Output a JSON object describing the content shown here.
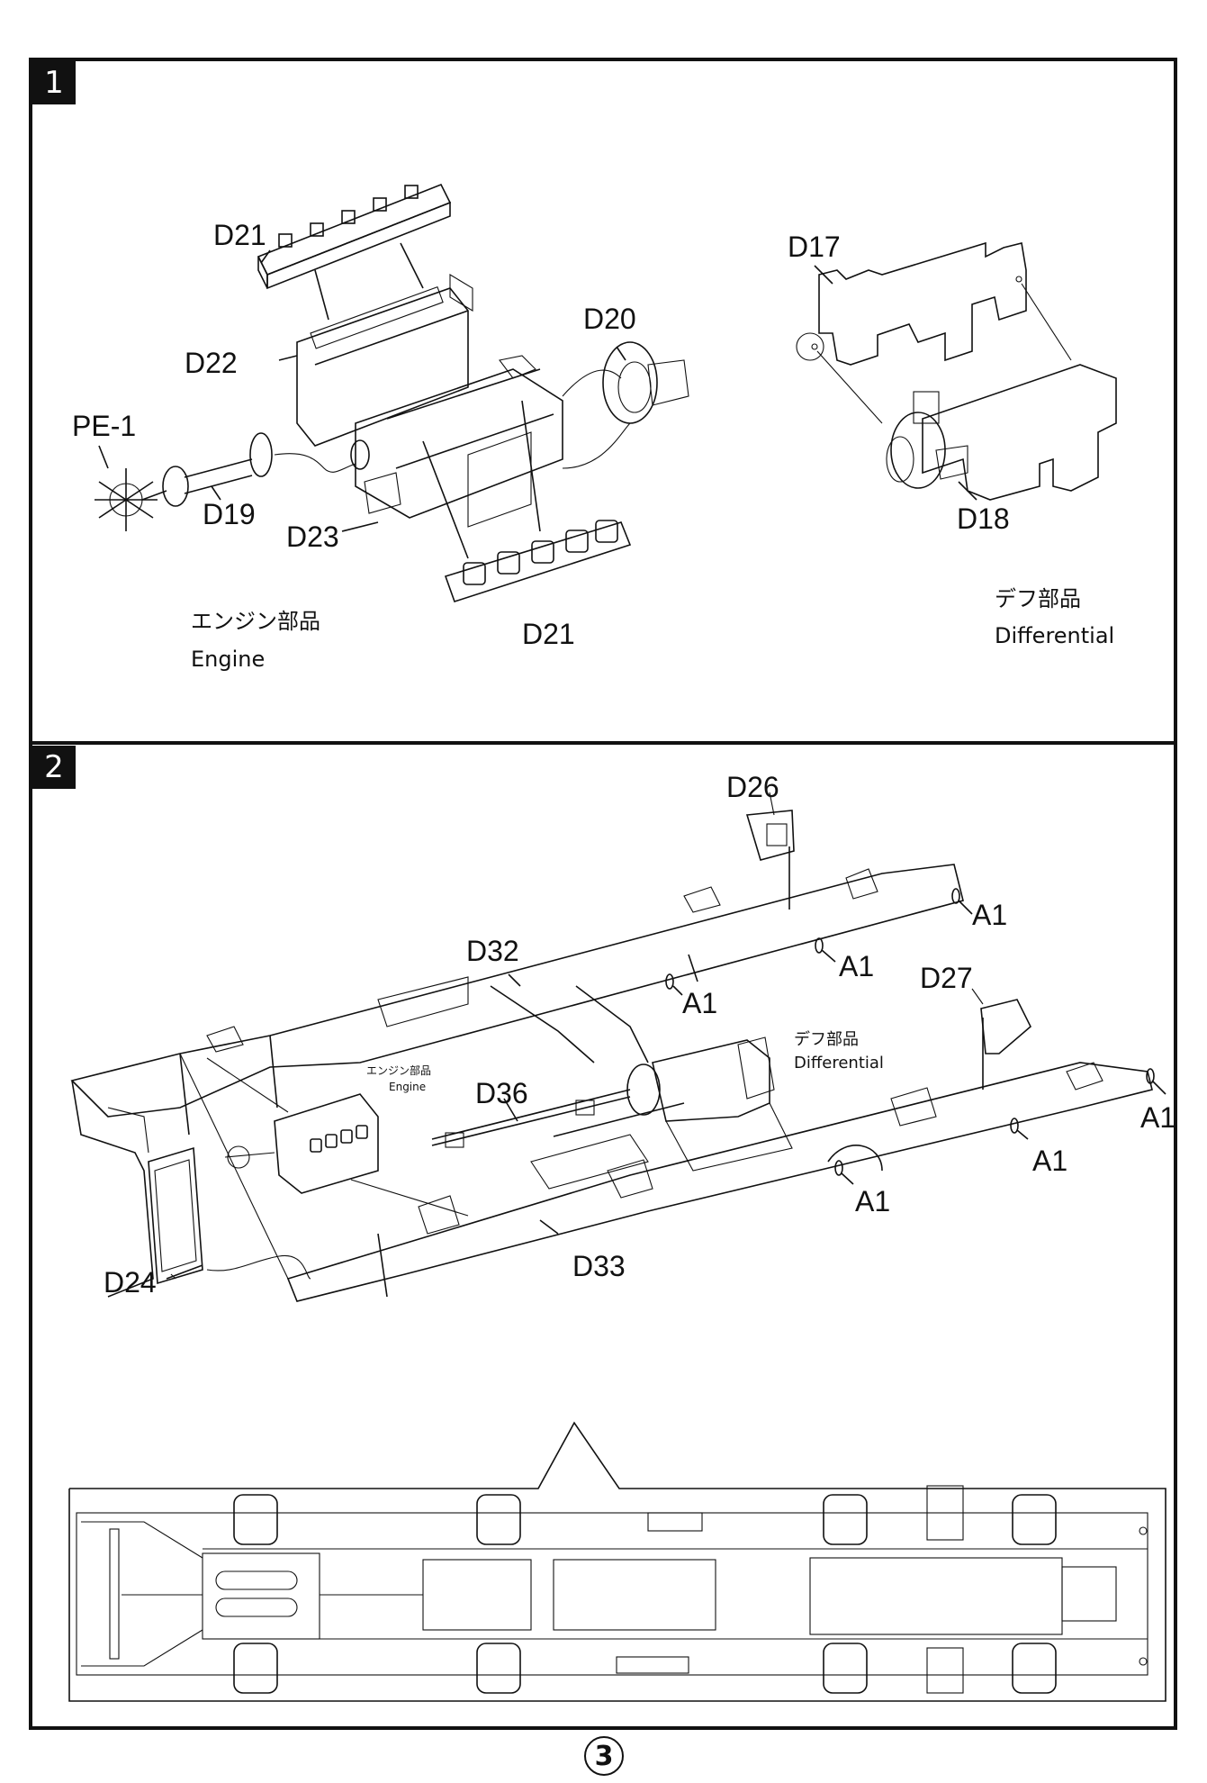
{
  "page": {
    "number": "3"
  },
  "steps": [
    {
      "number": "1",
      "part_labels": [
        "D21",
        "D22",
        "PE-1",
        "D19",
        "D23",
        "D20",
        "D21",
        "D17",
        "D18"
      ],
      "captions": {
        "engine_jp": "エンジン部品",
        "engine_en": "Engine",
        "diff_jp": "デフ部品",
        "diff_en": "Differential"
      }
    },
    {
      "number": "2",
      "part_labels": [
        "D26",
        "A1",
        "A1",
        "D32",
        "A1",
        "D27",
        "D36",
        "A1",
        "A1",
        "A1",
        "D24",
        "D33"
      ],
      "captions": {
        "engine_jp": "エンジン部品",
        "engine_en": "Engine",
        "diff_jp": "デフ部品",
        "diff_en": "Differential"
      },
      "inset": {
        "description": "Bottom view of completed chassis"
      }
    }
  ]
}
